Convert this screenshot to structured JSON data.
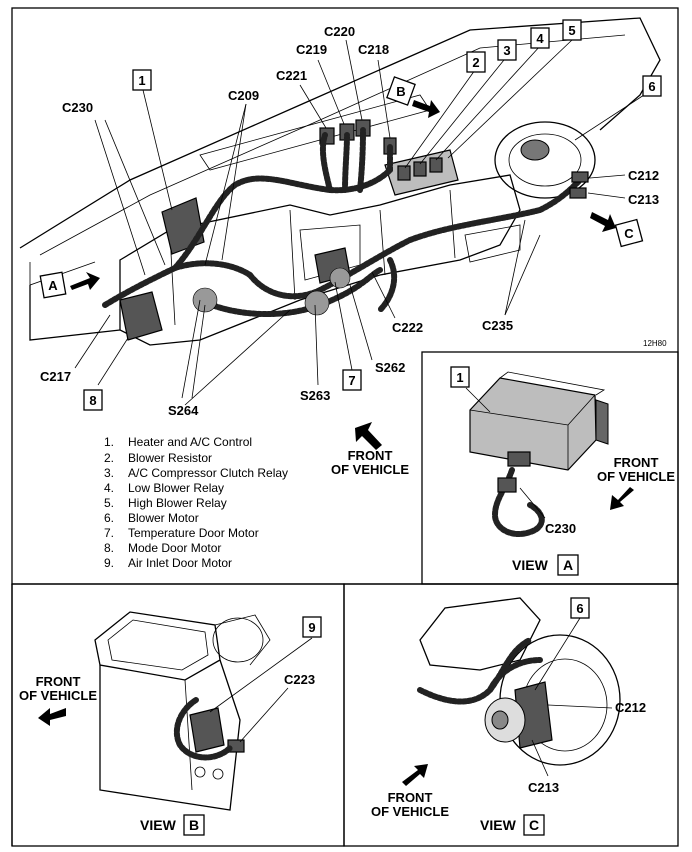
{
  "main_view": {
    "code": "12H80",
    "callouts": [
      "1",
      "2",
      "3",
      "4",
      "5",
      "6",
      "7",
      "8"
    ],
    "connectors": {
      "c230": "C230",
      "c209": "C209",
      "c221": "C221",
      "c219": "C219",
      "c220": "C220",
      "c218": "C218",
      "c212": "C212",
      "c213": "C213",
      "c235": "C235",
      "c222": "C222",
      "c217": "C217",
      "s262": "S262",
      "s263": "S263",
      "s264": "S264"
    },
    "view_arrows": {
      "a": "A",
      "b": "B",
      "c": "C"
    },
    "front_label": [
      "FRONT",
      "OF VEHICLE"
    ]
  },
  "legend": [
    {
      "num": "1.",
      "text": "Heater and A/C Control"
    },
    {
      "num": "2.",
      "text": "Blower Resistor"
    },
    {
      "num": "3.",
      "text": "A/C Compressor Clutch Relay"
    },
    {
      "num": "4.",
      "text": "Low Blower Relay"
    },
    {
      "num": "5.",
      "text": "High Blower Relay"
    },
    {
      "num": "6.",
      "text": "Blower Motor"
    },
    {
      "num": "7.",
      "text": "Temperature Door Motor"
    },
    {
      "num": "8.",
      "text": "Mode Door Motor"
    },
    {
      "num": "9.",
      "text": "Air Inlet Door Motor"
    }
  ],
  "view_a": {
    "title": "VIEW",
    "letter": "A",
    "callout": "1",
    "connector": "C230",
    "front_label": [
      "FRONT",
      "OF VEHICLE"
    ]
  },
  "view_b": {
    "title": "VIEW",
    "letter": "B",
    "callout": "9",
    "connector": "C223",
    "front_label": [
      "FRONT",
      "OF VEHICLE"
    ]
  },
  "view_c": {
    "title": "VIEW",
    "letter": "C",
    "callout": "6",
    "connectors": [
      "C212",
      "C213"
    ],
    "front_label": [
      "FRONT",
      "OF VEHICLE"
    ]
  }
}
